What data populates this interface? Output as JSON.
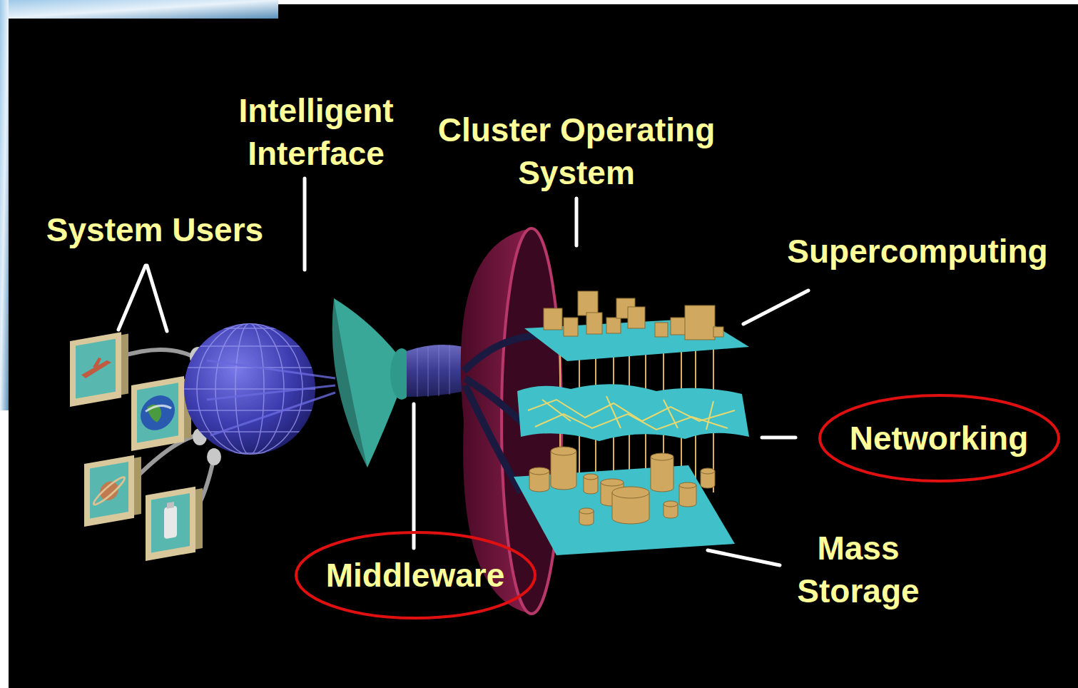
{
  "diagram": {
    "nodes": [
      {
        "text": [
          "Networking"
        ]
      },
      {
        "text": [
          "Middleware"
        ]
      }
    ],
    "labels": [
      "System Users",
      "Intelligent Interface",
      "Cluster Operating System",
      "Supercomputing",
      "Mass Storage"
    ]
  }
}
